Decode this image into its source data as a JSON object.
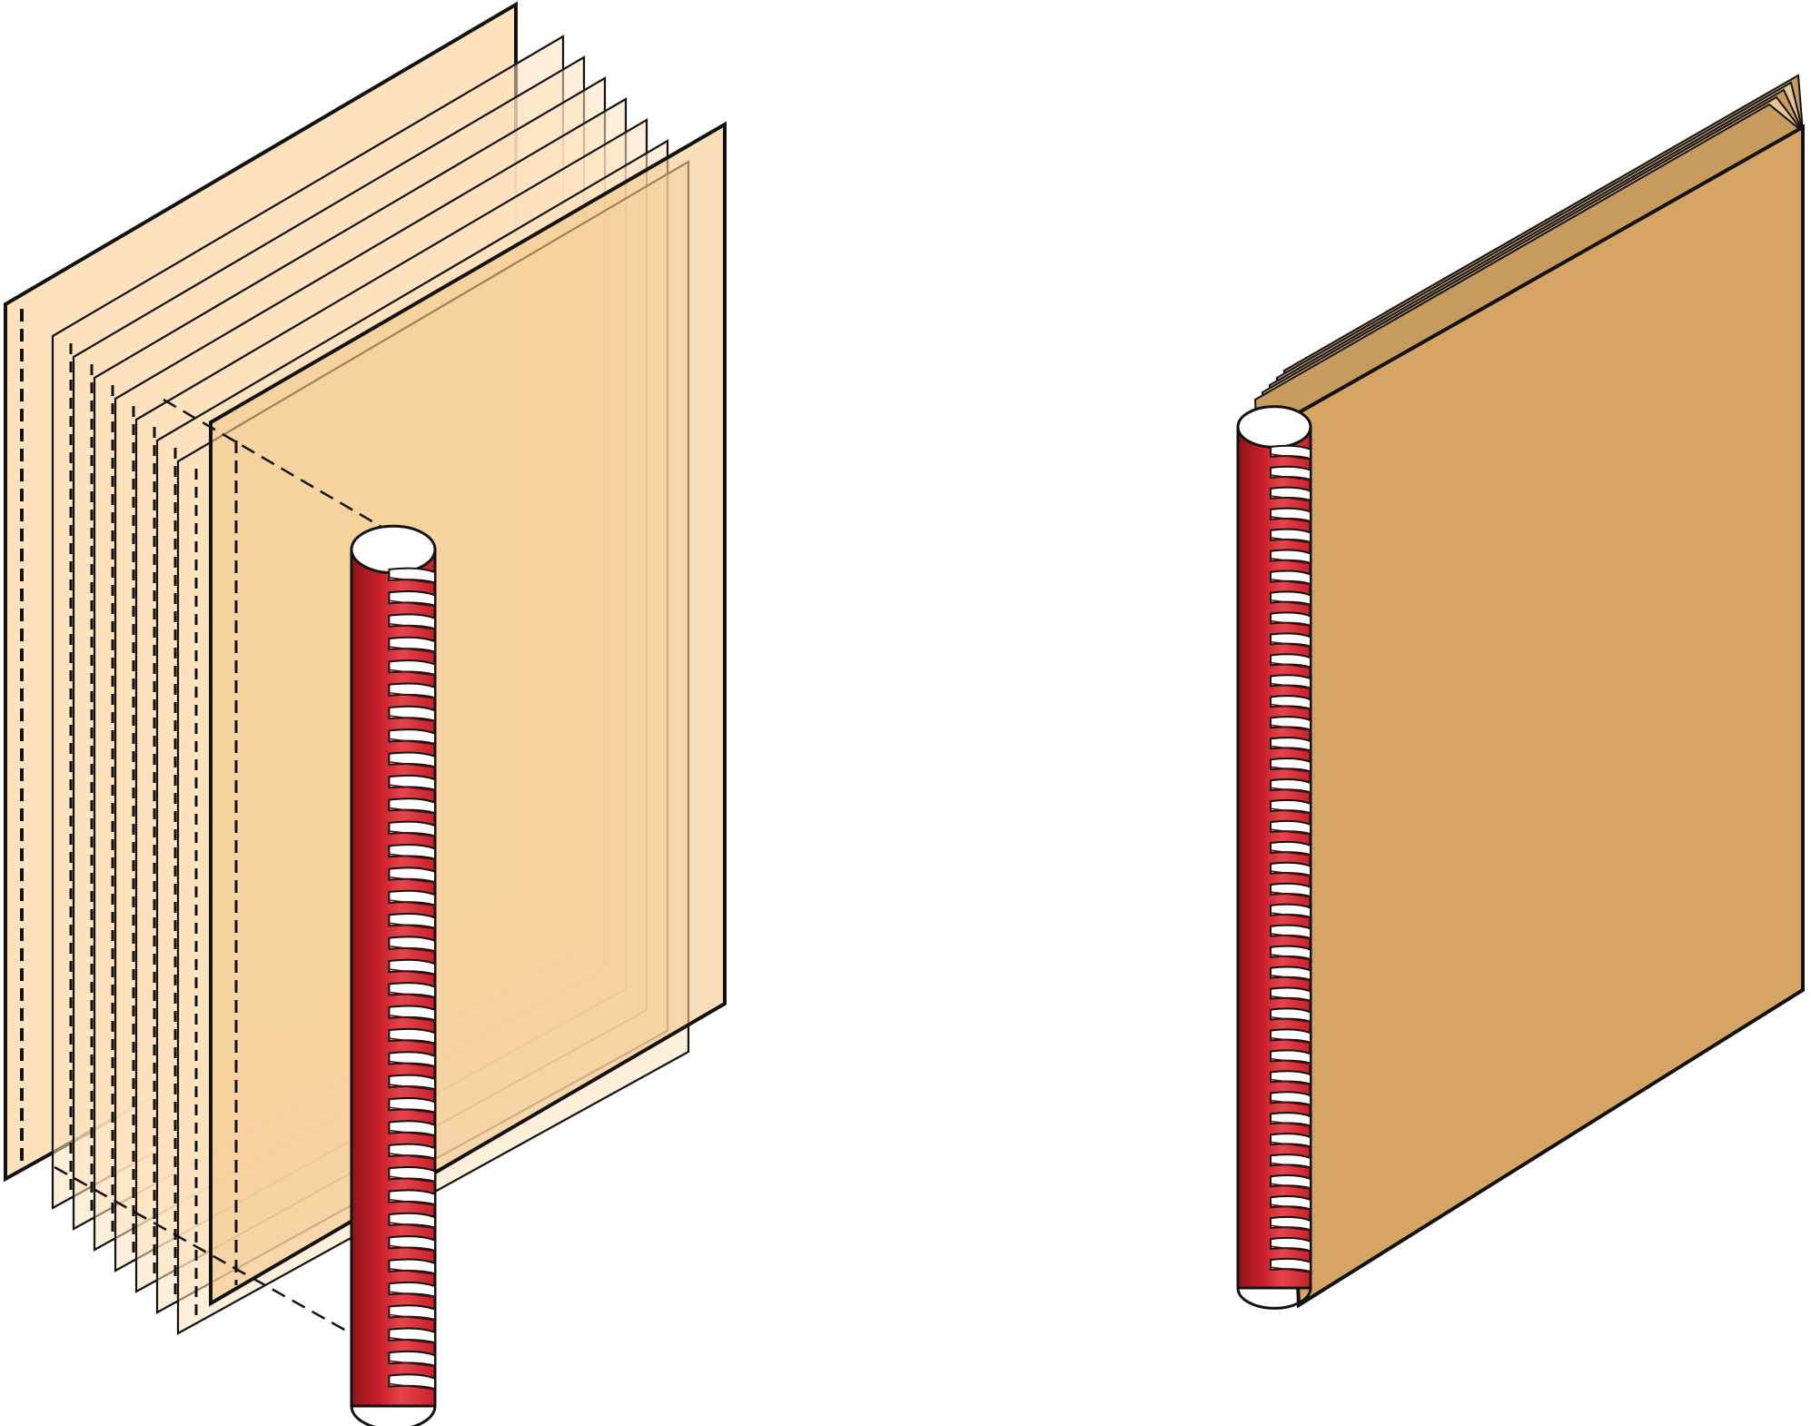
{
  "figure": {
    "background": "#ffffff"
  },
  "colors": {
    "outline": "#111111",
    "coil_red": "#c8202a",
    "coil_dark": "#8e141b",
    "coil_light": "#e4454c",
    "coil_inner": "#5a0c10",
    "back_page": "#fde2bd",
    "back_page_alpha": 0.55,
    "cover_fill": "#f2c88d",
    "cover_alpha": 0.62,
    "book_cover": "#d6a566",
    "book_page_edge": "#e8c48f",
    "book_page_edge_2": "#c79a5e"
  },
  "diagram": {
    "left_assembly": {
      "sheet_count": 9,
      "components": [
        "back-cover",
        "pages",
        "front-cover",
        "binding-coil"
      ],
      "dashed_alignment_lines": true
    },
    "right_assembly": {
      "components": [
        "bound-book",
        "page-edges",
        "binding-coil"
      ]
    },
    "icons": {
      "coil": "spiral-binding-coil-icon",
      "sheet": "punched-sheet-icon"
    }
  }
}
